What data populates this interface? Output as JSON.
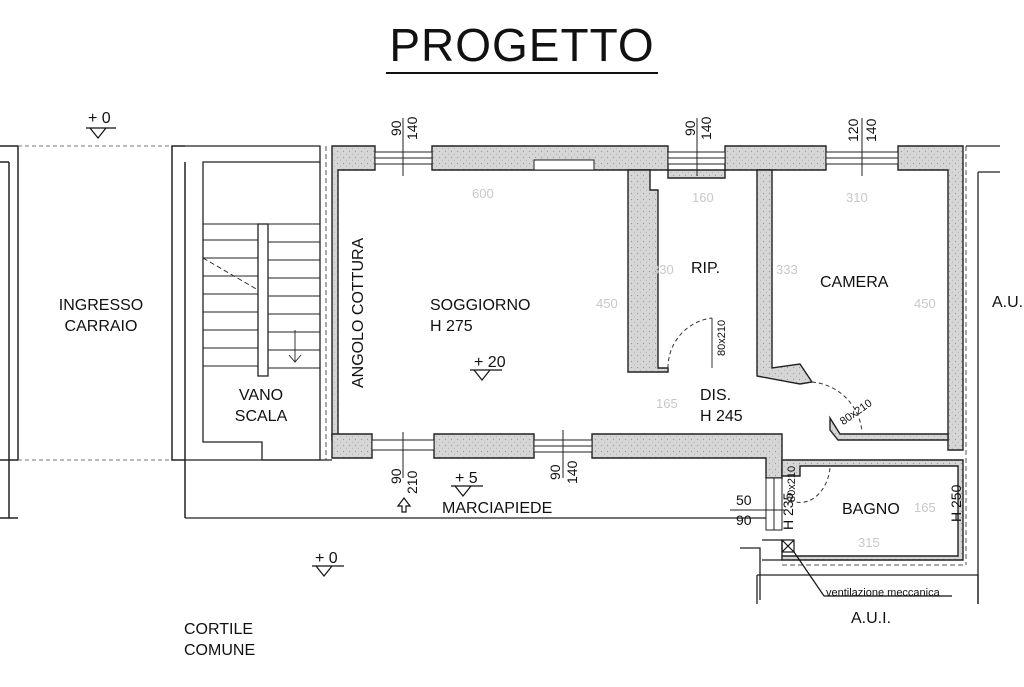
{
  "title": "PROGETTO",
  "rooms": {
    "ingresso_carraio": [
      "INGRESSO",
      "CARRAIO"
    ],
    "vano_scala": [
      "VANO",
      "SCALA"
    ],
    "angolo_cottura": "ANGOLO COTTURA",
    "soggiorno": [
      "SOGGIORNO",
      "H 275"
    ],
    "rip": "RIP.",
    "camera": "CAMERA",
    "dis": [
      "DIS.",
      "H 245"
    ],
    "bagno": "BAGNO",
    "bagno_h": "H 250",
    "marciapiede": "MARCIAPIEDE",
    "cortile": [
      "CORTILE",
      "COMUNE"
    ],
    "aui_right": "A.U.",
    "aui_bottom": "A.U.I.",
    "ventilazione": "ventilazione meccanica"
  },
  "levels": {
    "top_left": "+ 0",
    "soggiorno": "+ 20",
    "marciapiede": "+ 5",
    "cortile": "+ 0"
  },
  "openings": {
    "w1": [
      "90",
      "140"
    ],
    "w2": [
      "90",
      "140"
    ],
    "w3": [
      "120",
      "140"
    ],
    "door_main": [
      "90",
      "210"
    ],
    "w_south": [
      "90",
      "140"
    ],
    "door_rip": "80x210",
    "door_camera": "80x210",
    "door_bagno": "80x210",
    "bagno_window": [
      "50",
      "90"
    ],
    "bagno_window_h": "H 235"
  },
  "faint_dims": {
    "soggiorno_w": "600",
    "soggiorno_d": "450",
    "rip_w": "160",
    "rip_d": "330",
    "camera_w": "310",
    "camera_d": "333",
    "camera_d2": "450",
    "dis_w": "165",
    "bagno_w": "315",
    "bagno_d": "165"
  }
}
